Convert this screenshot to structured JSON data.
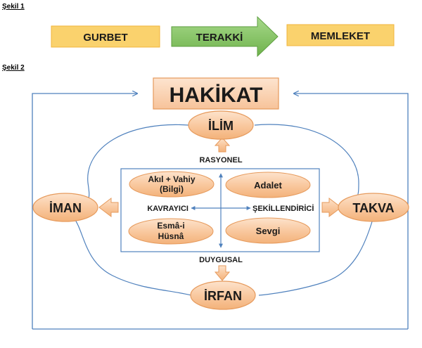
{
  "figure1": {
    "label": "Şekil 1",
    "left_box": "GURBET",
    "arrow_label": "TERAKKİ",
    "right_box": "MEMLEKET"
  },
  "figure2": {
    "label": "Şekil 2",
    "top": "HAKİKAT",
    "nodes": {
      "ilim": "İLİM",
      "iman": "İMAN",
      "takva": "TAKVA",
      "irfan": "İRFAN"
    },
    "axes": {
      "top": "RASYONEL",
      "bottom": "DUYGUSAL",
      "left": "KAVRAYICI",
      "right": "ŞEKİLLENDİRİCİ"
    },
    "quadrants": {
      "top_left_line1": "Akıl + Vahiy",
      "top_left_line2": "(Bilgi)",
      "top_right": "Adalet",
      "bottom_left_line1": "Esmâ-i",
      "bottom_left_line2": "Hüsnâ",
      "bottom_right": "Sevgi"
    }
  },
  "colors": {
    "yellow_fill": "#fad26d",
    "yellow_stroke": "#f0b43c",
    "green_fill": "#8ccc6a",
    "green_stroke": "#5e9e40",
    "peach_fill": "#f9c9a0",
    "peach_stroke": "#e69a5c",
    "blue_line": "#4f81bd"
  }
}
